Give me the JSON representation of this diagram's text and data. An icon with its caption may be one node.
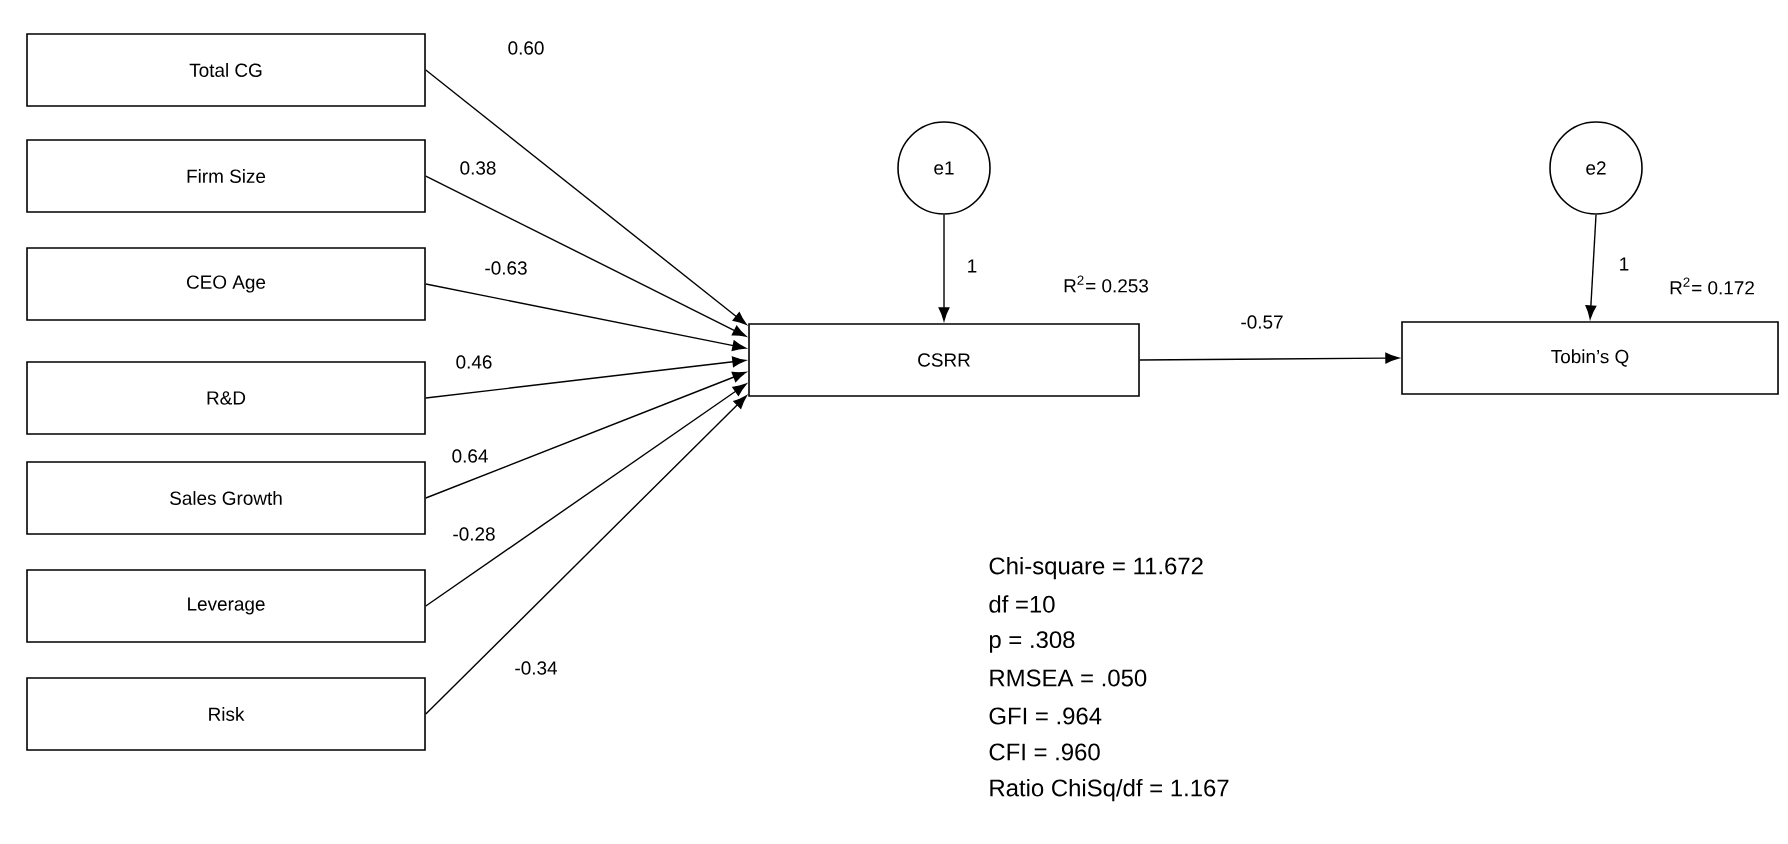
{
  "diagram": {
    "nodes": [
      {
        "text": [
          "Total CG"
        ]
      },
      {
        "text": [
          "Firm Size"
        ]
      },
      {
        "text": [
          "CEO Age"
        ]
      },
      {
        "text": [
          "R&D"
        ]
      },
      {
        "text": [
          "Sales Growth"
        ]
      },
      {
        "text": [
          "Leverage"
        ]
      },
      {
        "text": [
          "Risk"
        ]
      },
      {
        "text": [
          "CSRR"
        ],
        "beside": [
          "R$^{2}$= 0.253"
        ]
      },
      {
        "text": [
          "Tobin’s Q"
        ],
        "beside": [
          "R$^{2}$= 0.172"
        ]
      },
      {
        "text": [
          "e1"
        ]
      },
      {
        "text": [
          "e2"
        ]
      }
    ],
    "edges": [
      {
        "from": 0,
        "to": 7,
        "arrow": "to",
        "label": "0.60"
      },
      {
        "from": 1,
        "to": 7,
        "arrow": "to",
        "label": "0.38"
      },
      {
        "from": 2,
        "to": 7,
        "arrow": "to",
        "label": "-0.63"
      },
      {
        "from": 3,
        "to": 7,
        "arrow": "to",
        "label": "0.46"
      },
      {
        "from": 4,
        "to": 7,
        "arrow": "to",
        "label": "0.64"
      },
      {
        "from": 5,
        "to": 7,
        "arrow": "to",
        "label": "-0.28"
      },
      {
        "from": 6,
        "to": 7,
        "arrow": "to",
        "label": "-0.34"
      },
      {
        "from": 7,
        "to": 8,
        "arrow": "to",
        "label": "-0.57"
      },
      {
        "from": 9,
        "to": 7,
        "arrow": "to",
        "label": "1"
      },
      {
        "from": 10,
        "to": 8,
        "arrow": "to",
        "label": "1"
      }
    ],
    "labels": [
      "Chi-square = 11.672",
      "df =10",
      "p = .308",
      "RMSEA = .050",
      "GFI = .964",
      "CFI = .960",
      "Ratio ChiSq/df = 1.167"
    ]
  }
}
